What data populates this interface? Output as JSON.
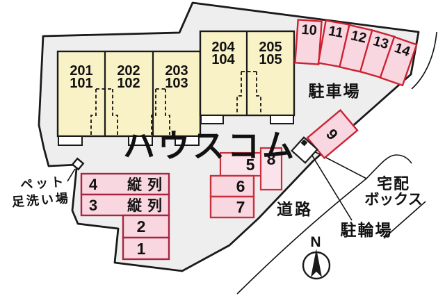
{
  "watermark": "ハウスコム",
  "labels": {
    "parking_lot": "駐車場",
    "road": "道路",
    "delivery_box_line1": "宅配",
    "delivery_box_line2": "ボックス",
    "bicycle_parking": "駐輪場",
    "pet_wash_line1": "ペット",
    "pet_wash_line2": "足洗い場",
    "compass_north": "N"
  },
  "buildings": [
    {
      "name": "building-a",
      "units": [
        {
          "upper": "201",
          "lower": "101"
        },
        {
          "upper": "202",
          "lower": "102"
        },
        {
          "upper": "203",
          "lower": "103"
        }
      ]
    },
    {
      "name": "building-b",
      "units": [
        {
          "upper": "204",
          "lower": "104"
        },
        {
          "upper": "205",
          "lower": "105"
        }
      ]
    }
  ],
  "parking": {
    "top_row": [
      "10",
      "11",
      "12",
      "13",
      "14"
    ],
    "diagonal_space": "9",
    "middle_spaces": {
      "five": "5",
      "six": "6",
      "seven": "7",
      "eight": "8"
    },
    "tandem_rows": [
      {
        "number": "4",
        "label": "縦列"
      },
      {
        "number": "3",
        "label": "縦列"
      }
    ],
    "bottom_spaces": [
      "2",
      "1"
    ]
  },
  "colors": {
    "site_fill": "#eeeeef",
    "outline": "#1a1a1a",
    "building_fill": "#f8f2c6",
    "space_fill_pink": "#f9d7e1",
    "space_fill_light": "#fae3ea",
    "space_border_red": "#cd2132",
    "space_border_mid": "#c5303c",
    "space_border_dark": "#a82440",
    "watermark_color": "rgba(255,255,255,0.55)"
  }
}
